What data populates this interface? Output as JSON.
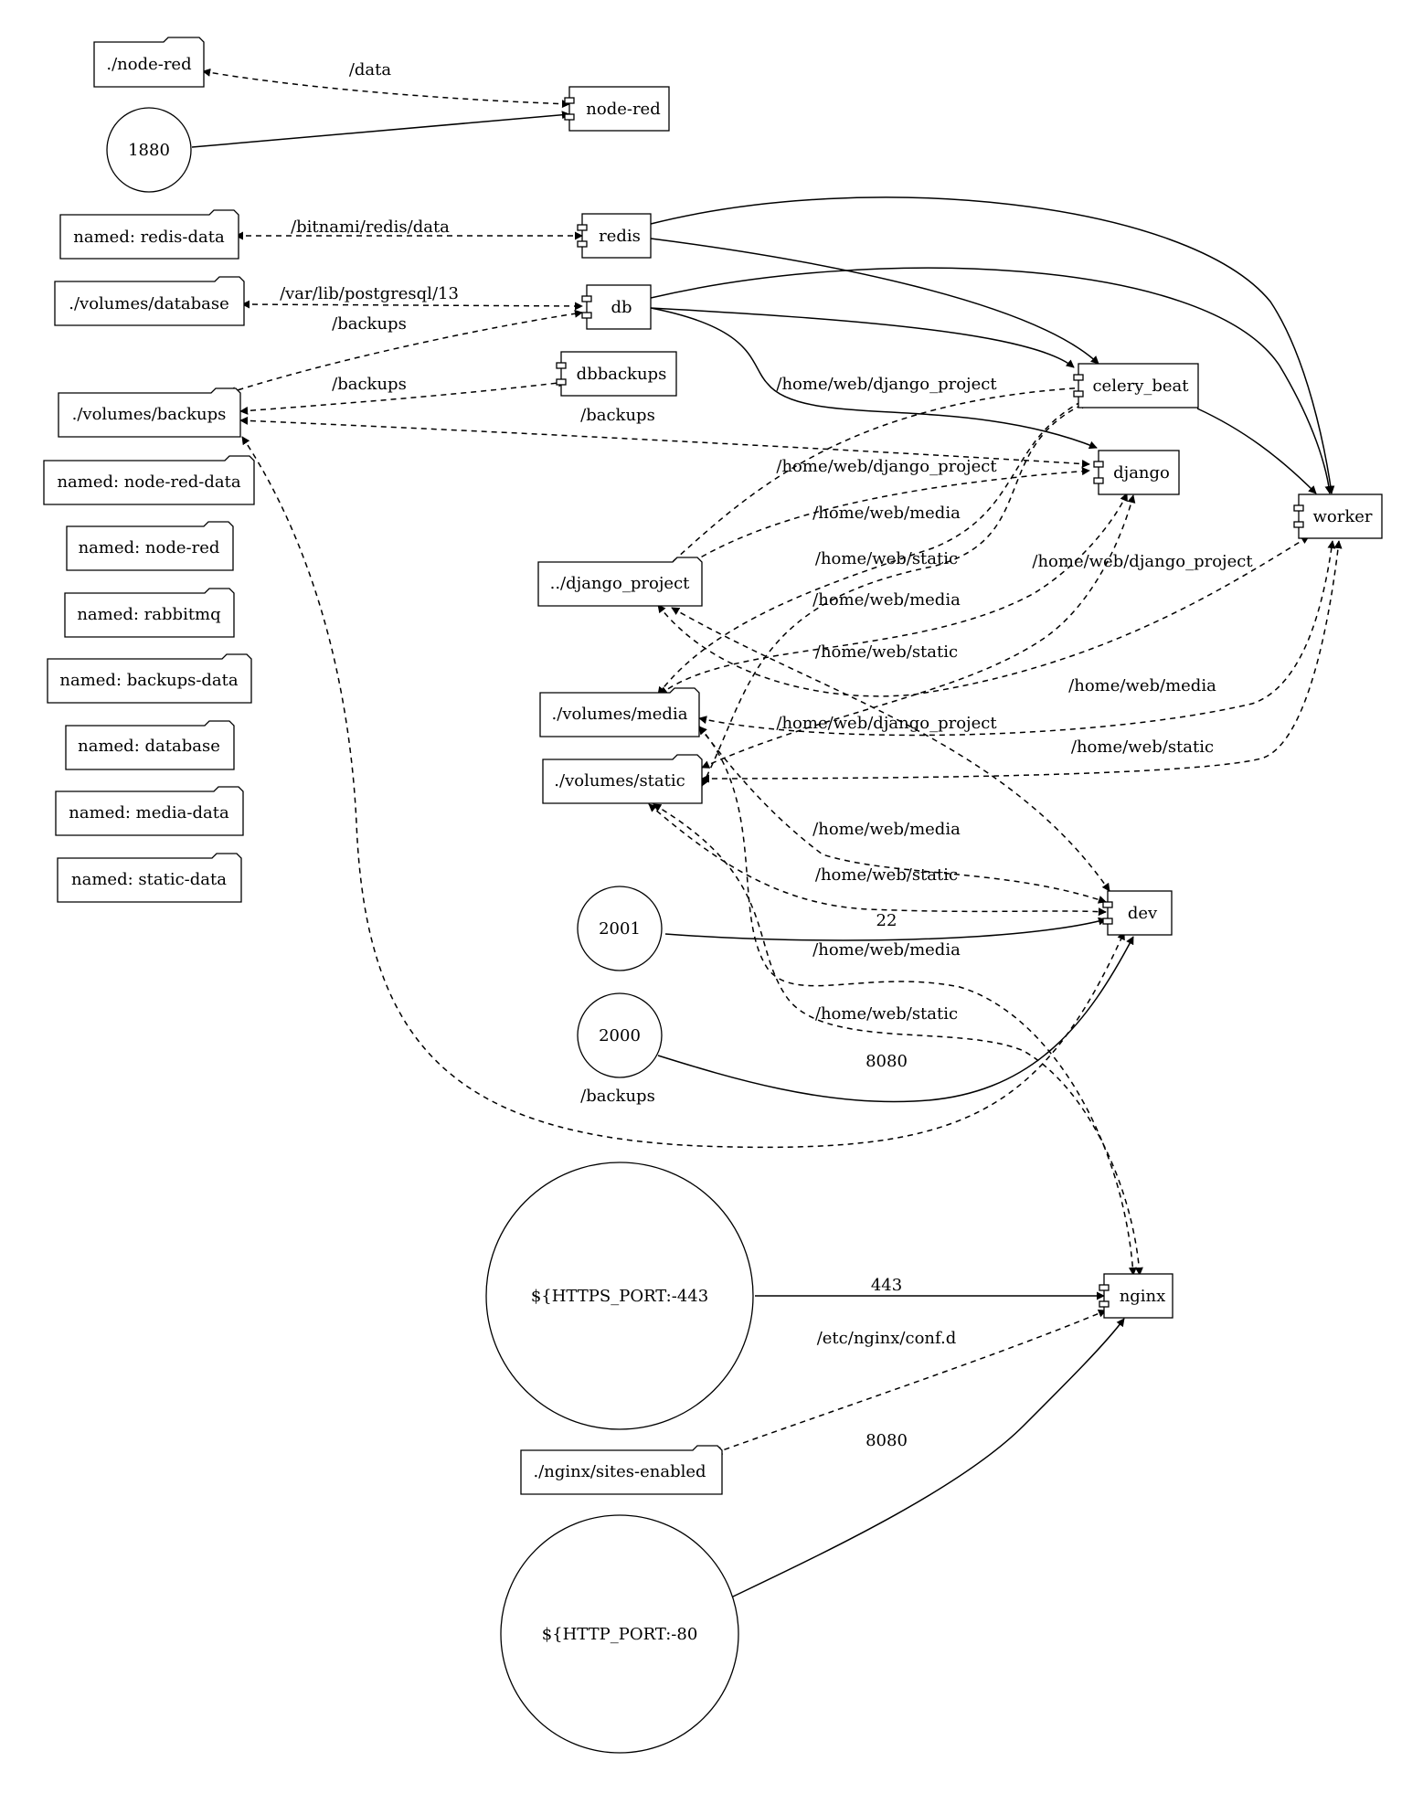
{
  "nodes": {
    "vol_node_red": "./node-red",
    "port_1880": "1880",
    "named_redis_data": "named: redis-data",
    "vol_database": "./volumes/database",
    "vol_backups": "./volumes/backups",
    "named_node_red_data": "named: node-red-data",
    "named_node_red": "named: node-red",
    "named_rabbitmq": "named: rabbitmq",
    "named_backups_data": "named: backups-data",
    "named_database": "named: database",
    "named_media_data": "named: media-data",
    "named_static_data": "named: static-data",
    "svc_node_red": "node-red",
    "svc_redis": "redis",
    "svc_db": "db",
    "svc_dbbackups": "dbbackups",
    "vol_django_project": "../django_project",
    "vol_media": "./volumes/media",
    "vol_static": "./volumes/static",
    "port_2001": "2001",
    "port_2000": "2000",
    "port_https": "${HTTPS_PORT:-443",
    "vol_sites_enabled": "./nginx/sites-enabled",
    "port_http": "${HTTP_PORT:-80",
    "svc_celery_beat": "celery_beat",
    "svc_django": "django",
    "svc_worker": "worker",
    "svc_dev": "dev",
    "svc_nginx": "nginx"
  },
  "edge_labels": {
    "data": "/data",
    "bitnami": "/bitnami/redis/data",
    "postgres": "/var/lib/postgresql/13",
    "backups_db": "/backups",
    "backups_dbbackups": "/backups",
    "backups_django": "/backups",
    "hwdp_celery": "/home/web/django_project",
    "hwdp_django": "/home/web/django_project",
    "hwm_celery": "/home/web/media",
    "hws_celery": "/home/web/static",
    "hwm_django": "/home/web/media",
    "hws_django": "/home/web/static",
    "hwdp_worker": "/home/web/django_project",
    "hwm_worker": "/home/web/media",
    "hwdp_dev": "/home/web/django_project",
    "hws_worker": "/home/web/static",
    "hwm_dev": "/home/web/media",
    "hws_dev": "/home/web/static",
    "port_22": "22",
    "hwm_nginx": "/home/web/media",
    "hws_nginx": "/home/web/static",
    "port_8080_dev": "8080",
    "backups_dev": "/backups",
    "port_443": "443",
    "nginx_conf": "/etc/nginx/conf.d",
    "port_8080_nginx": "8080"
  }
}
